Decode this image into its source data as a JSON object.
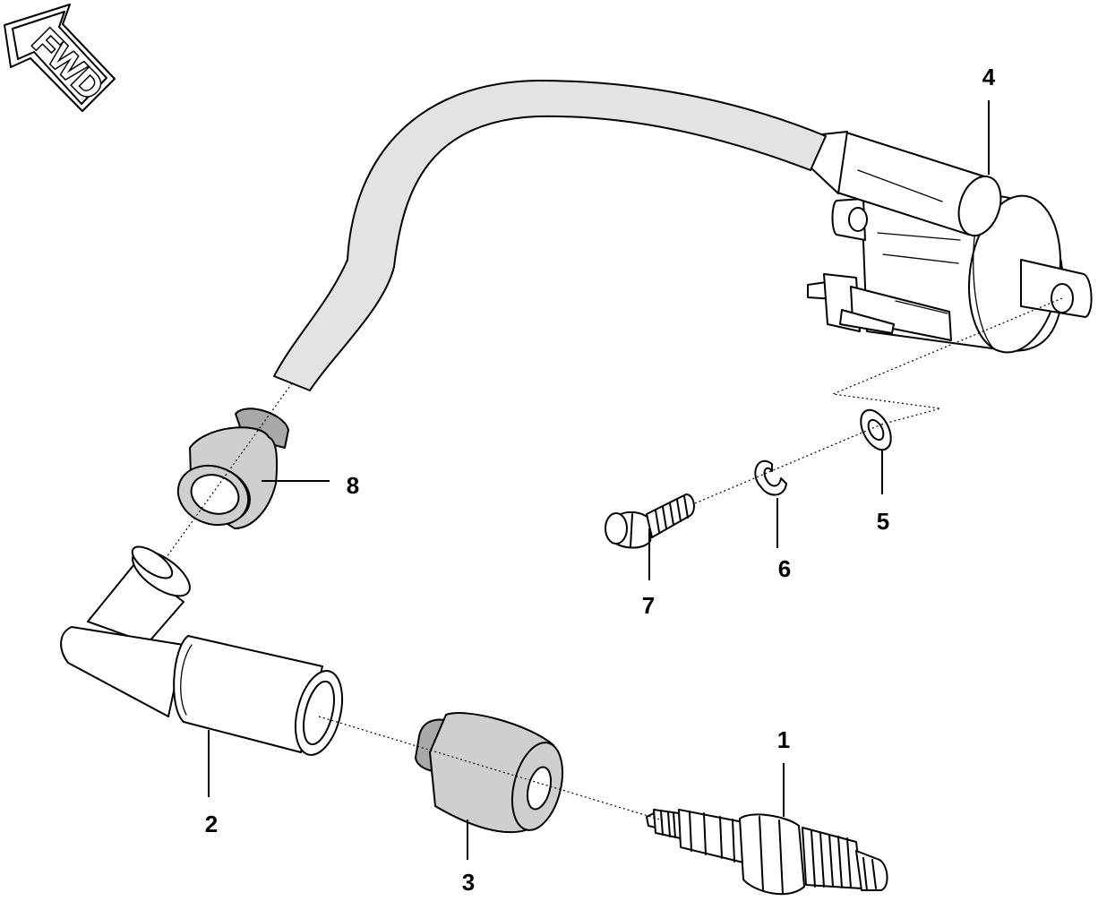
{
  "fwd_label": "FWD",
  "callouts": {
    "c1": "1",
    "c2": "2",
    "c3": "3",
    "c4": "4",
    "c5": "5",
    "c6": "6",
    "c7": "7",
    "c8": "8"
  }
}
